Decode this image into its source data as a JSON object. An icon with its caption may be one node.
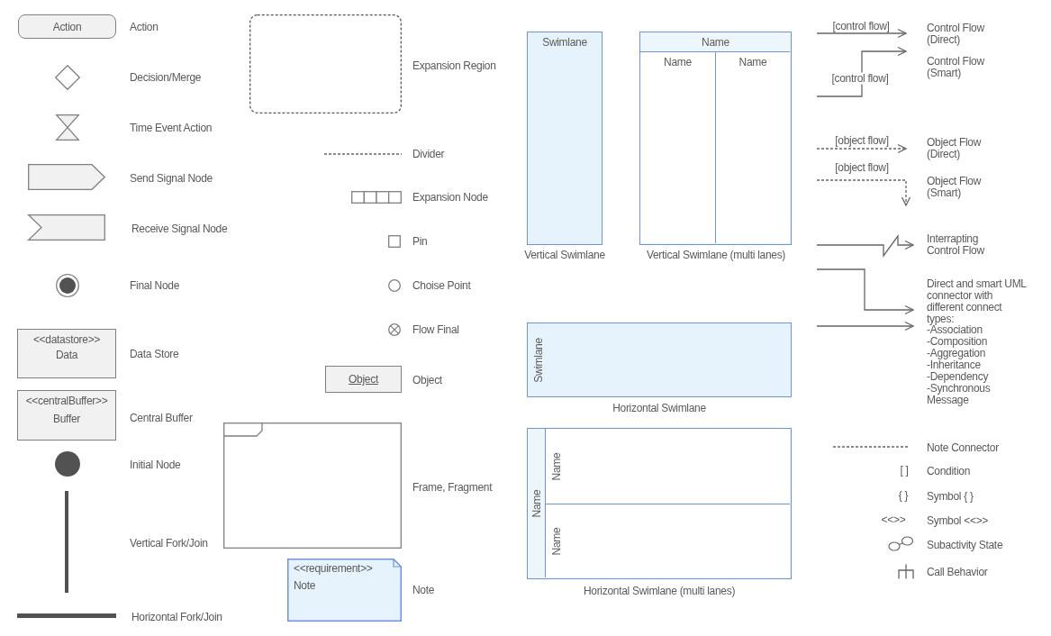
{
  "diagram": {
    "nodes": [
      {
        "text": [
          "Action"
        ],
        "beside": [
          "Action"
        ]
      },
      {
        "text": [],
        "shape": "diamond"
      },
      {
        "text": [],
        "shape": "hourglass"
      },
      {
        "text": [],
        "shape": "pentagon",
        "beside": [
          "Send Signal Node"
        ]
      },
      {
        "text": [],
        "shape": "notch",
        "beside": [
          "Receive Signal Node"
        ]
      },
      {
        "text": [],
        "shape": "bullseye"
      },
      {
        "text": [
          "<<datastore>>",
          "Data"
        ],
        "beside": [
          "Data Store"
        ]
      },
      {
        "text": [
          "<<centralBuffer>>",
          "Buffer"
        ],
        "beside": [
          "Central Buffer"
        ]
      },
      {
        "text": [],
        "shape": "dot"
      },
      {
        "text": [],
        "shape": "bar"
      },
      {
        "text": [],
        "shape": "bar",
        "beside": [
          "Horizontal Fork/Join"
        ]
      },
      {
        "text": [],
        "shape": "box",
        "beside": [
          "Expansion Region"
        ]
      },
      {
        "text": [],
        "shape": "cells",
        "beside": [
          "Expansion Node"
        ]
      },
      {
        "text": [],
        "shape": "square",
        "beside": [
          "Pin"
        ]
      },
      {
        "text": [],
        "shape": "circle",
        "beside": [
          "Choise Point"
        ]
      },
      {
        "text": [],
        "shape": "cross",
        "beside": [
          "Flow Final"
        ]
      },
      {
        "text": [
          "Object"
        ],
        "beside": [
          "Object"
        ]
      },
      {
        "text": [],
        "shape": "frame",
        "beside": [
          "Frame, Fragment"
        ]
      },
      {
        "text": [
          "<<requirement>>",
          "Note"
        ],
        "beside": [
          "Note"
        ]
      },
      {
        "text": [
          "Swimlane"
        ],
        "beside": [
          "Vertical Swimlane"
        ]
      },
      {
        "text": [
          "Name"
        ],
        "beside": [
          "Vertical Swimlane (multi lanes)"
        ]
      },
      {
        "text": [
          "Name"
        ],
        "in": 20
      },
      {
        "text": [
          "Name"
        ],
        "in": 20
      },
      {
        "text": [
          "Swimlane"
        ],
        "beside": [
          "Horizontal Swimlane"
        ]
      },
      {
        "text": [
          "Name"
        ],
        "beside": [
          "Horizontal Swimlane (multi lanes)"
        ]
      },
      {
        "text": [
          "Name"
        ],
        "in": 24
      },
      {
        "text": [
          "Name"
        ],
        "in": 24
      }
    ],
    "labels": [
      "Decision/Merge",
      "Time Event Action",
      "Final Node",
      "Initial Node",
      "Vertical Fork/Join",
      "Divider",
      "[control flow]",
      "Control Flow (Direct)",
      "[control flow]",
      "Control Flow (Smart)",
      "[object flow]",
      "Object Flow (Direct)",
      "[object flow]",
      "Object Flow (Smart)",
      "Interrapting Control Flow",
      "Direct and smart UML connector with different connect types:",
      "-Association",
      "-Composition",
      "-Aggregation",
      "-Inheritance",
      "-Dependency",
      "-Synchronous Message",
      "Note Connector",
      "[ ]",
      "Condition",
      "{ }",
      "Symbol { }",
      "<<>>",
      "Symbol <<>>",
      "Subactivity State",
      "Call Behavior"
    ]
  }
}
